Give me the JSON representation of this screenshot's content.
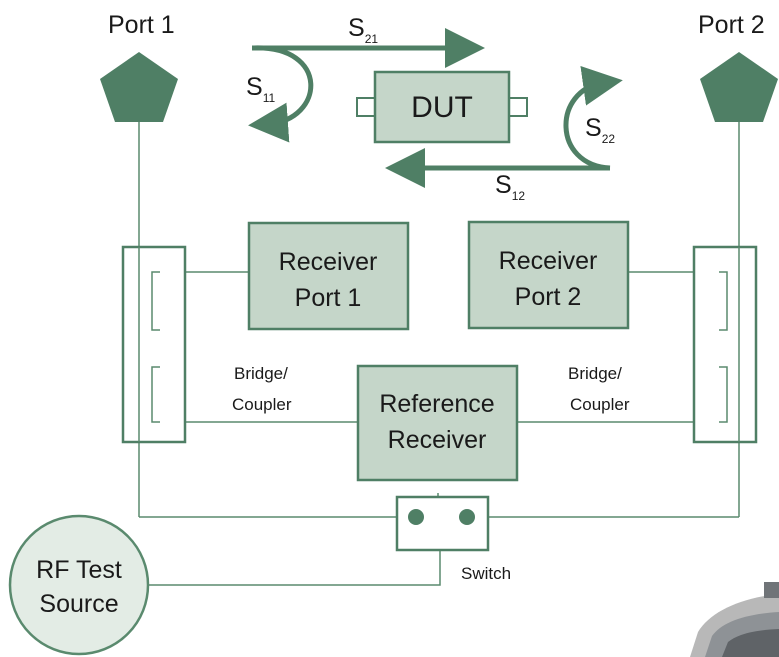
{
  "ports": {
    "port1": "Port 1",
    "port2": "Port 2"
  },
  "s_params": {
    "s21": {
      "letter": "S",
      "sub": "21"
    },
    "s11": {
      "letter": "S",
      "sub": "11"
    },
    "s22": {
      "letter": "S",
      "sub": "22"
    },
    "s12": {
      "letter": "S",
      "sub": "12"
    }
  },
  "dut": "DUT",
  "receivers": {
    "port1": {
      "line1": "Receiver",
      "line2": "Port 1"
    },
    "port2": {
      "line1": "Receiver",
      "line2": "Port 2"
    },
    "reference": {
      "line1": "Reference",
      "line2": "Receiver"
    }
  },
  "couplers": {
    "left": {
      "line1": "Bridge/",
      "line2": "Coupler"
    },
    "right": {
      "line1": "Bridge/",
      "line2": "Coupler"
    }
  },
  "switch": "Switch",
  "source": {
    "line1": "RF Test",
    "line2": "Source"
  },
  "colors": {
    "accent": "#4f7f65",
    "box_fill": "#c5d6c9",
    "wire": "#5a8a6e",
    "source_fill": "#e3ece5"
  }
}
